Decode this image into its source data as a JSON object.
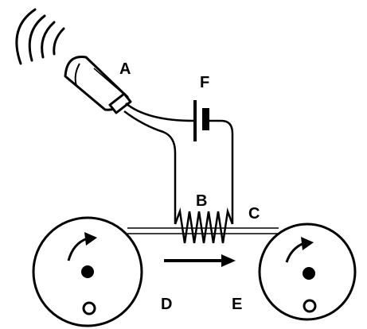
{
  "labels": {
    "a": "A",
    "b": "B",
    "c": "C",
    "d": "D",
    "e": "E",
    "f": "F"
  },
  "icons": {
    "sound_waves": "sound-waves-icon",
    "microphone": "microphone-icon",
    "battery": "battery-icon",
    "coil": "coil-icon",
    "tape": "tape-icon",
    "left_reel": "reel-icon",
    "right_reel": "reel-icon",
    "direction_arrow": "arrow-right-icon"
  },
  "colors": {
    "stroke": "#000000",
    "background": "#ffffff"
  }
}
